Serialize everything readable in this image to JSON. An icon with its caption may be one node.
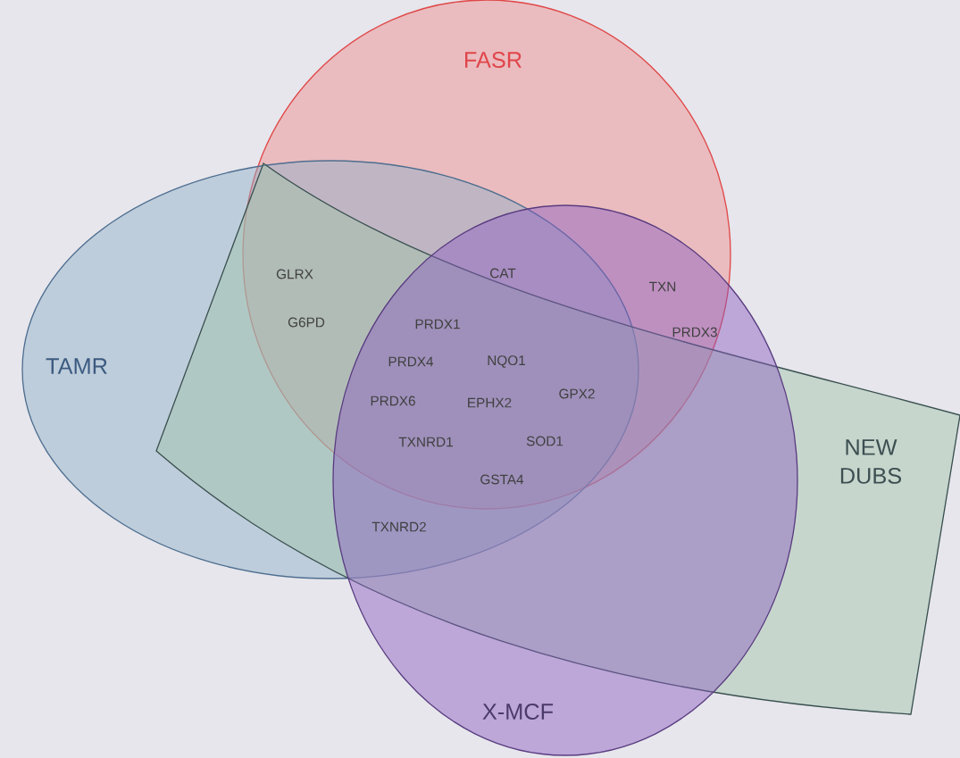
{
  "diagram": {
    "nodes": [
      {
        "text": [
          "FASR"
        ]
      },
      {
        "text": [
          "TAMR"
        ]
      },
      {
        "text": [
          "NEW DUBS"
        ]
      },
      {
        "text": [
          "X-MCF"
        ]
      }
    ],
    "labels": [
      "GLRX",
      "CAT",
      "TXN",
      "G6PD",
      "PRDX1",
      "PRDX3",
      "PRDX4",
      "NQO1",
      "PRDX6",
      "EPHX2",
      "GPX2",
      "TXNRD1",
      "SOD1",
      "GSTA4",
      "TXNRD2"
    ]
  }
}
